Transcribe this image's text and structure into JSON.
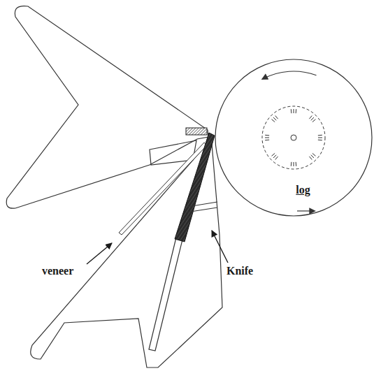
{
  "diagram": {
    "nodes": [
      {
        "text": [
          "log"
        ]
      }
    ],
    "labels": [
      "Knife",
      "veneer"
    ]
  }
}
